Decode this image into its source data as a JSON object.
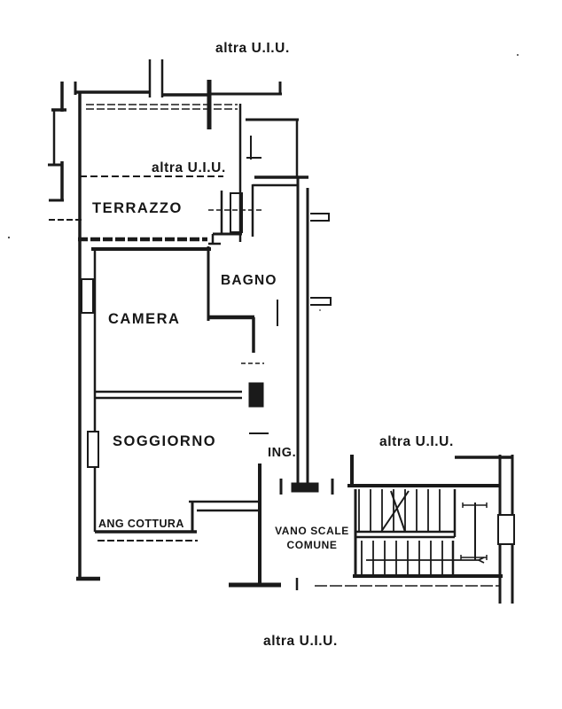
{
  "document": {
    "kind": "scanned cadastral floor plan",
    "ink_color": "#1a1a1a",
    "paper_color": "#ffffff"
  },
  "labels": {
    "altra_uiu_top": "altra U.I.U.",
    "altra_uiu_middle": "altra U.I.U.",
    "altra_uiu_right": "altra U.I.U.",
    "altra_uiu_bottom": "altra U.I.U.",
    "terrazzo": "TERRAZZO",
    "bagno": "BAGNO",
    "camera": "CAMERA",
    "soggiorno": "SOGGIORNO",
    "ingresso": "ING.",
    "angolo_cottura": "ANG COTTURA",
    "vano_scale_line1": "VANO SCALE",
    "vano_scale_line2": "COMUNE"
  },
  "rooms": [
    {
      "name": "TERRAZZO"
    },
    {
      "name": "CAMERA"
    },
    {
      "name": "BAGNO"
    },
    {
      "name": "SOGGIORNO"
    },
    {
      "name": "ANG COTTURA"
    },
    {
      "name": "ING."
    },
    {
      "name": "VANO SCALE COMUNE"
    }
  ]
}
